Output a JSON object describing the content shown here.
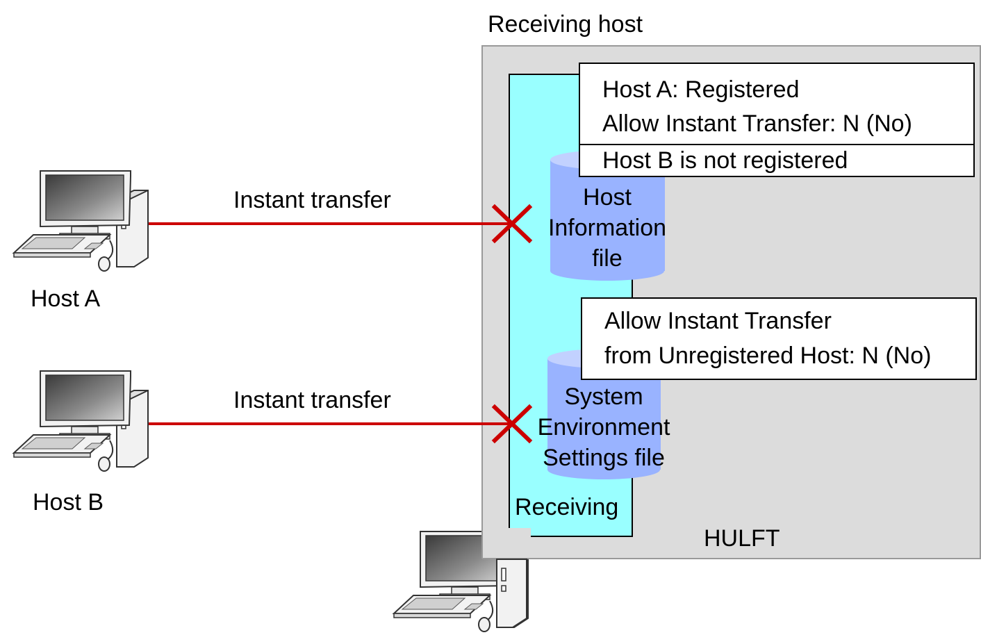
{
  "receiving_host": {
    "title": "Receiving host",
    "hulft_label": "HULFT",
    "receiving_label": "Receiving"
  },
  "host_info_file": {
    "lines": [
      "Host",
      "Information",
      "file"
    ]
  },
  "sys_env_file": {
    "lines": [
      "System",
      "Environment",
      "Settings file"
    ]
  },
  "host_info_box": {
    "line1": "Host A: Registered",
    "line2": "Allow Instant Transfer: N (No)",
    "line3": "Host B is not registered"
  },
  "sys_env_box": {
    "line1": "Allow Instant Transfer",
    "line2": "from Unregistered Host: N (No)"
  },
  "hosts": [
    {
      "name": "Host A",
      "transfer_label": "Instant transfer",
      "status": "blocked"
    },
    {
      "name": "Host B",
      "transfer_label": "Instant transfer",
      "status": "blocked"
    }
  ],
  "colors": {
    "hulft_bg": "#dcdcdc",
    "receiving_bg": "#99ffff",
    "cylinder": "#99b3ff",
    "cylinder_top": "#c2d1ff",
    "transfer_line": "#cc0000",
    "block_mark": "#cc0000"
  },
  "icons": [
    "desktop-computer-icon",
    "blocked-x-icon",
    "database-cylinder-icon"
  ]
}
